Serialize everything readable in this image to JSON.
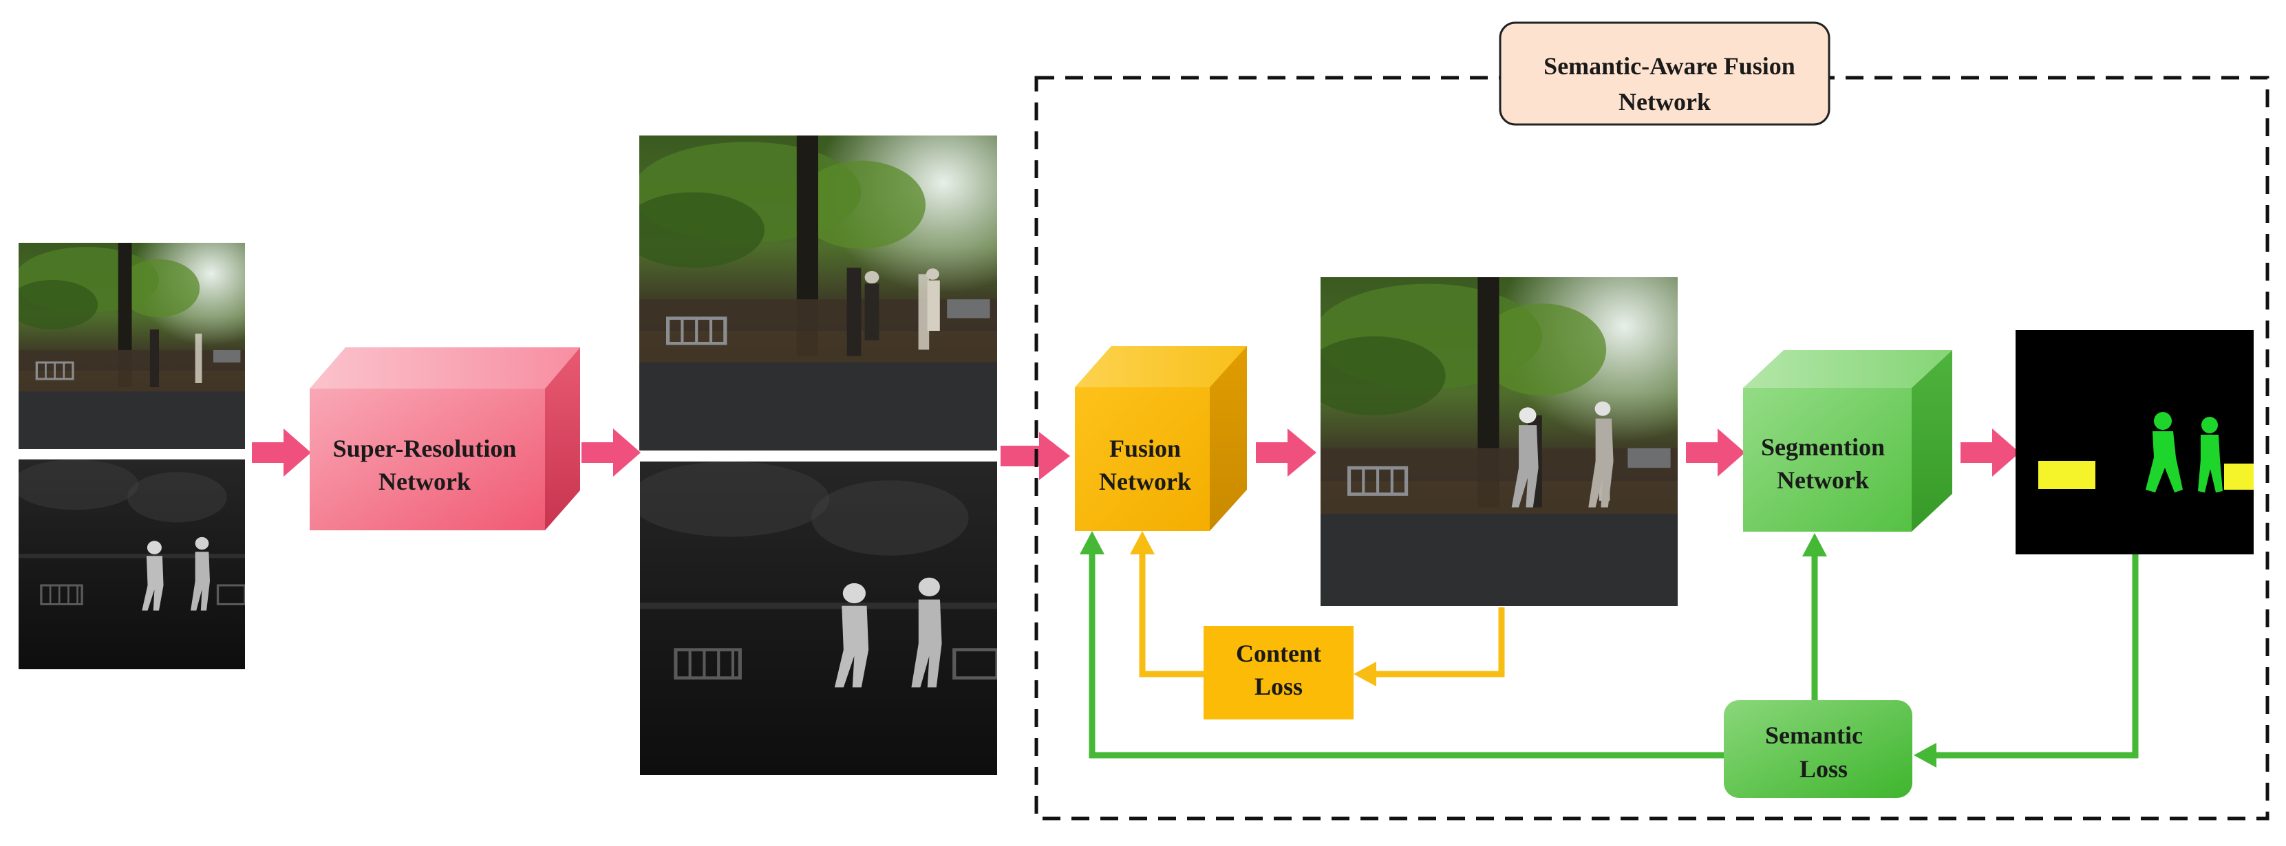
{
  "group": {
    "title_line1": "Semantic-Aware Fusion",
    "title_line2": "Network"
  },
  "nodes": {
    "super_resolution": {
      "line1": "Super-Resolution",
      "line2": "Network"
    },
    "fusion": {
      "line1": "Fusion",
      "line2": "Network"
    },
    "segmentation": {
      "line1": "Segmention",
      "line2": "Network"
    },
    "content_loss": {
      "line1": "Content",
      "line2": "Loss"
    },
    "semantic_loss": {
      "line1": "Semantic",
      "line2": "Loss"
    }
  },
  "colors": {
    "arrow_pink": "#f0507e",
    "arrow_green": "#45b935",
    "arrow_yellow": "#f7bd13",
    "sr_cube": "#f67a8e",
    "fusion_cube": "#fbbb06",
    "seg_cube": "#6dcb5c",
    "content_loss": "#fbbb06",
    "semantic_loss": "#5ac64a",
    "title_box": "#fde3cf"
  }
}
